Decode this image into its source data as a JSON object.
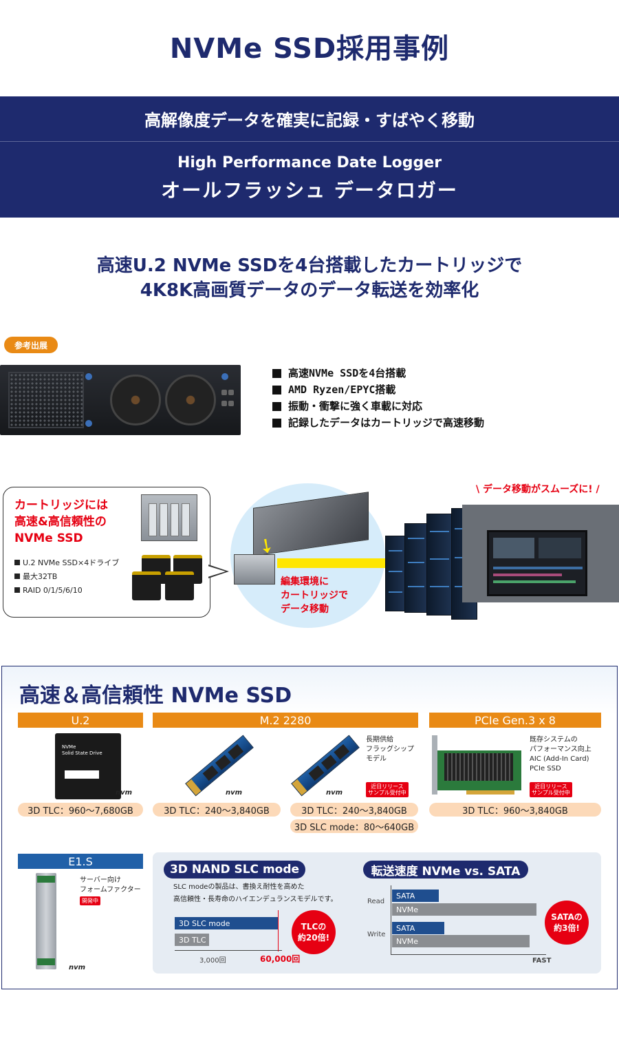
{
  "title": "NVMe SSD採用事例",
  "banner": {
    "headline": "高解像度データを確実に記録・すばやく移動",
    "sub_en": "High Performance Date Logger",
    "sub_jp": "オールフラッシュ データロガー"
  },
  "lead": {
    "line1": "高速U.2 NVMe SSDを4台搭載したカートリッジで",
    "line2": "4K8K高画質データのデータ転送を効率化"
  },
  "badge": "参考出展",
  "features": [
    "高速NVMe SSDを4台搭載",
    "AMD Ryzen/EPYC搭載",
    "振動・衝撃に強く車載に対応",
    "記録したデータはカートリッジで高速移動"
  ],
  "callout": {
    "line1": "カートリッジには",
    "line2": "高速&高信頼性の",
    "line3": "NVMe SSD",
    "specs": [
      "U.2 NVMe SSD×4ドライブ",
      "最大32TB",
      "RAID 0/1/5/6/10"
    ]
  },
  "circle": {
    "line1": "編集環境に",
    "line2": "カートリッジで",
    "line3": "データ移動"
  },
  "smooth": "\\ データ移動がスムーズに! /",
  "panel": {
    "title": "高速＆高信頼性 NVMe SSD",
    "u2": {
      "header": "U.2",
      "capacity": "3D TLC：960〜7,680GB",
      "ssd_text1": "NVMe",
      "ssd_text2": "Solid State Drive"
    },
    "m2": {
      "header": "M.2 2280",
      "capacity1": "3D TLC：240〜3,840GB",
      "capacity2": "3D TLC：240〜3,840GB",
      "capacity3": "3D SLC mode：80〜640GB",
      "note1": "長期供給",
      "note2": "フラッグシップ",
      "note3": "モデル",
      "tag1": "近日リリース",
      "tag2": "サンプル受付中"
    },
    "pcie": {
      "header": "PCIe Gen.3 x 8",
      "capacity": "3D TLC：960〜3,840GB",
      "note1": "既存システムの",
      "note2": "パフォーマンス向上",
      "note3": "AIC (Add-In Card)",
      "note4": "PCIe SSD",
      "tag1": "近日リリース",
      "tag2": "サンプル受付中"
    },
    "e1s": {
      "header": "E1.S",
      "note1": "サーバー向け",
      "note2": "フォームファクター",
      "tag": "開発中"
    },
    "nvm_logo": "nvm",
    "slc": {
      "chip": "3D NAND SLC mode",
      "desc1": "SLC modeの製品は、書換え耐性を高めた",
      "desc2": "高信頼性・長寿命のハイエンデュランスモデルです。",
      "bar1": "3D SLC mode",
      "bar2": "3D TLC",
      "tick1": "3,000回",
      "tick2": "60,000回",
      "badge1": "TLCの",
      "badge2": "約20倍!"
    },
    "speed": {
      "chip": "転送速度 NVMe vs. SATA",
      "read": "Read",
      "write": "Write",
      "sata": "SATA",
      "nvme": "NVMe",
      "fast": "FAST",
      "badge1": "SATAの",
      "badge2": "約3倍!"
    }
  },
  "colors": {
    "navy": "#1e2a6e",
    "orange": "#e98a15",
    "red": "#e60012",
    "blue": "#2060a8"
  }
}
